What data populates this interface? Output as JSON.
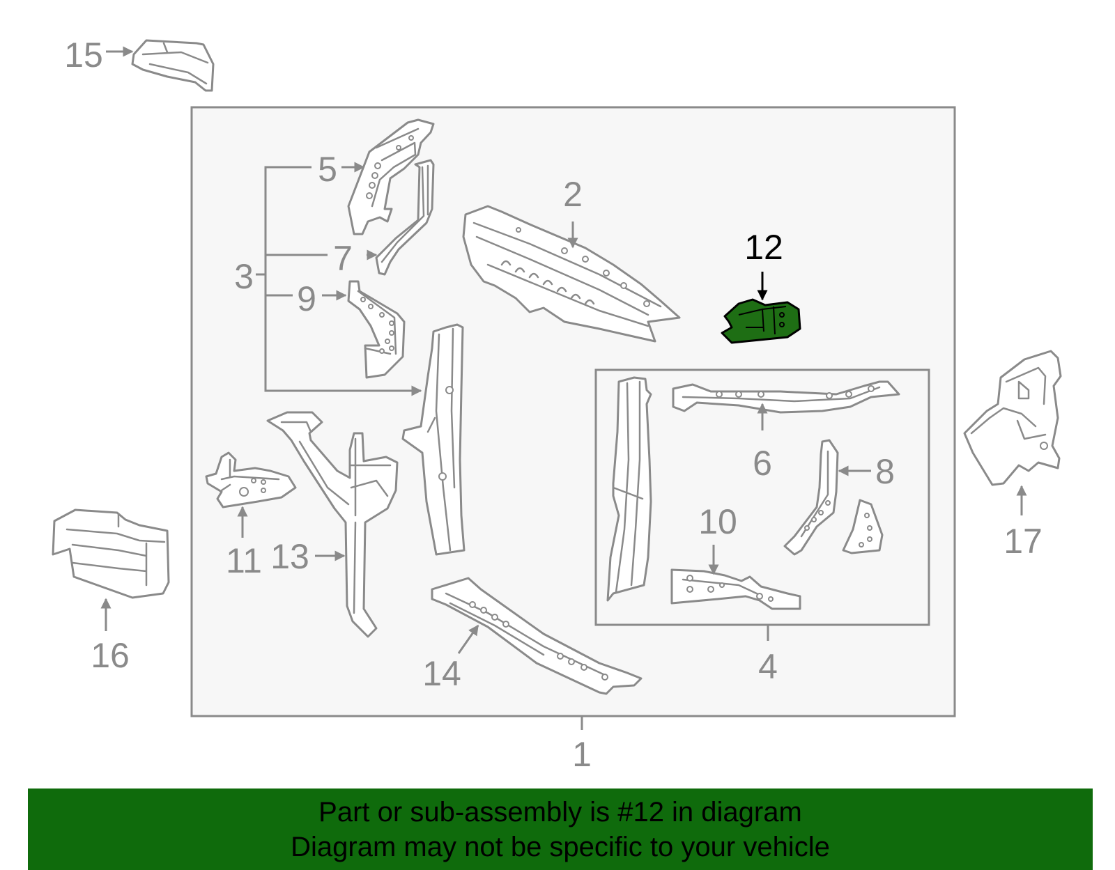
{
  "diagram": {
    "callouts": [
      {
        "id": "c1",
        "label": "1"
      },
      {
        "id": "c2",
        "label": "2"
      },
      {
        "id": "c3",
        "label": "3"
      },
      {
        "id": "c4",
        "label": "4"
      },
      {
        "id": "c5",
        "label": "5"
      },
      {
        "id": "c6",
        "label": "6"
      },
      {
        "id": "c7",
        "label": "7"
      },
      {
        "id": "c8",
        "label": "8"
      },
      {
        "id": "c9",
        "label": "9"
      },
      {
        "id": "c10",
        "label": "10"
      },
      {
        "id": "c11",
        "label": "11"
      },
      {
        "id": "c12",
        "label": "12"
      },
      {
        "id": "c13",
        "label": "13"
      },
      {
        "id": "c14",
        "label": "14"
      },
      {
        "id": "c15",
        "label": "15"
      },
      {
        "id": "c16",
        "label": "16"
      },
      {
        "id": "c17",
        "label": "17"
      }
    ],
    "highlighted_part": "12",
    "colors": {
      "line": "#8a8a8a",
      "highlight_fill": "#1e6e14",
      "highlight_stroke": "#000000",
      "box_fill": "#f7f7f7",
      "banner": "#0f6b0c"
    }
  },
  "banner": {
    "line1": "Part or sub-assembly is #12 in diagram",
    "line2": "Diagram may not be specific to your vehicle"
  }
}
